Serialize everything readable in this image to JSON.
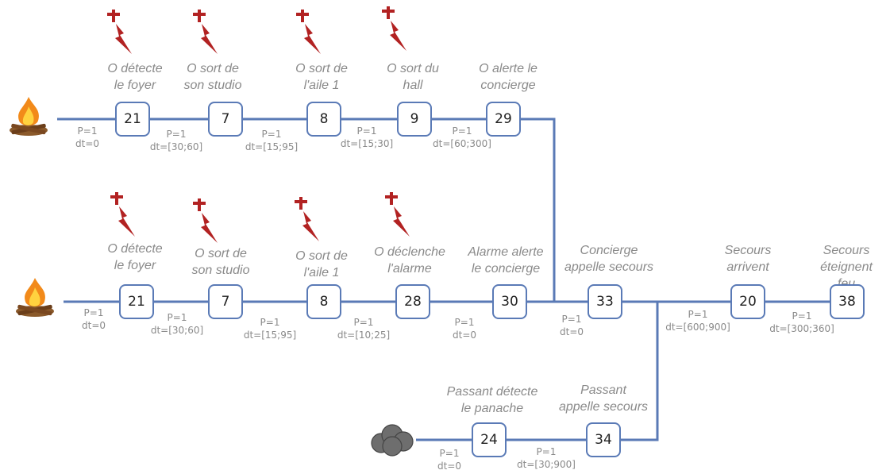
{
  "row1": {
    "labels": [
      "O détecte\nle foyer",
      "O sort de\nson studio",
      "O sort de\nl'aile 1",
      "O sort du\nhall",
      "O  alerte le\nconcierge"
    ],
    "nodes": [
      "21",
      "7",
      "8",
      "9",
      "29"
    ],
    "params": [
      "P=1\ndt=0",
      "P=1\ndt=[30;60]",
      "P=1\ndt=[15;95]",
      "P=1\ndt=[15;30]",
      "P=1\ndt=[60;300]"
    ]
  },
  "row2": {
    "labels": [
      "O détecte\nle foyer",
      "O sort de\nson studio",
      "O sort de\nl'aile 1",
      "O déclenche\nl'alarme",
      "Alarme alerte\nle concierge",
      "Concierge\nappelle secours",
      "Secours\narrivent",
      "Secours\néteignent feu"
    ],
    "nodes": [
      "21",
      "7",
      "8",
      "28",
      "30",
      "33",
      "20",
      "38"
    ],
    "params": [
      "P=1\ndt=0",
      "P=1\ndt=[30;60]",
      "P=1\ndt=[15;95]",
      "P=1\ndt=[10;25]",
      "P=1\ndt=0",
      "P=1\ndt=0",
      "P=1\ndt=[600;900]",
      "P=1\ndt=[300;360]"
    ]
  },
  "row3": {
    "labels": [
      "Passant détecte\nle panache",
      "Passant\nappelle secours"
    ],
    "nodes": [
      "24",
      "34"
    ],
    "params": [
      "P=1\ndt=0",
      "P=1\ndt=[30;900]"
    ]
  },
  "colors": {
    "line": "#5a7ab6",
    "text": "#8a8a8a",
    "danger": "#b22222"
  },
  "icons": {
    "fire": "fire-icon",
    "smoke": "smoke-cloud-icon",
    "damage": "cross-lightning-icon"
  }
}
